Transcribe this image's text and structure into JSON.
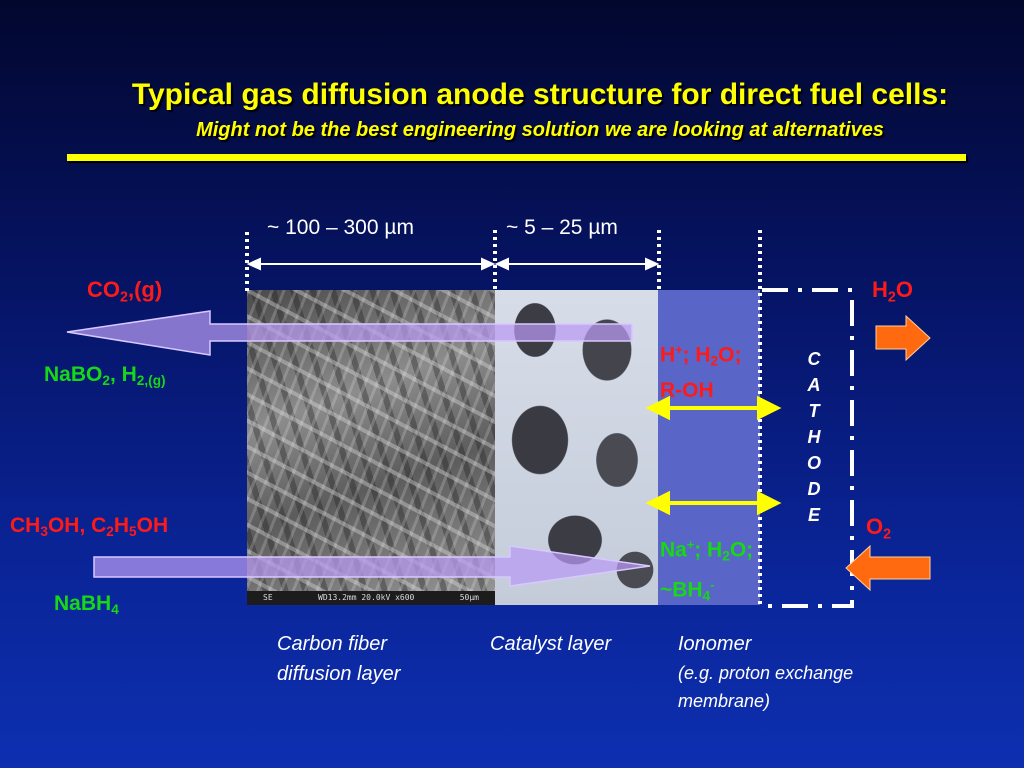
{
  "title": "Typical gas diffusion anode structure for direct fuel cells:",
  "subtitle": "Might not be the best engineering solution we are looking at alternatives",
  "dimensions": {
    "fiber_width": "~ 100 – 300 µm",
    "catalyst_width": "~ 5 – 25 µm"
  },
  "left_products": {
    "co2_main": "CO",
    "co2_sub": "2",
    "co2_tail": ",(g)",
    "nabo2_main": "NaBO",
    "nabo2_sub": "2",
    "nabo2_mid": ", H",
    "nabo2_sub2": "2,(g)"
  },
  "left_fuels": {
    "a": "CH",
    "a_sub": "3",
    "b": "OH, C",
    "b_sub": "2",
    "c": "H",
    "c_sub": "5",
    "d": "OH",
    "nabh4_main": "NaBH",
    "nabh4_sub": "4"
  },
  "ionomer_labels": {
    "proton_a": "H",
    "proton_sup": "+",
    "proton_b": "; H",
    "proton_sub": "2",
    "proton_c": "O;",
    "roh": "R-OH",
    "sodium_a": "Na",
    "sodium_sup": "+",
    "sodium_b": "; H",
    "sodium_sub": "2",
    "sodium_c": "O;",
    "bh4_a": "~BH",
    "bh4_sub": "4",
    "bh4_sup": "-"
  },
  "cathode_letters": [
    "C",
    "A",
    "T",
    "H",
    "O",
    "D",
    "E"
  ],
  "right_products": {
    "h2o_a": "H",
    "h2o_sub": "2",
    "h2o_b": "O",
    "o2_a": "O",
    "o2_sub": "2"
  },
  "sem_strip": {
    "left": "SE",
    "middle": "WD13.2mm 20.0kV x600",
    "right": "50µm"
  },
  "captions": {
    "fiber_line1": "Carbon fiber",
    "fiber_line2": "diffusion layer",
    "catalyst": "Catalyst layer",
    "ionomer": "Ionomer",
    "ionomer_note_line1": "(e.g. proton exchange",
    "ionomer_note_line2": "membrane)"
  },
  "colors": {
    "title": "#ffff00",
    "product_red": "#ff1a1a",
    "fuel_green": "#16d816",
    "ion_arrow": "#ffff00",
    "flow_arrow": "#a07cf0",
    "cathode_arrow": "#ff6a10",
    "ionomer_fill": "#5a65c8"
  }
}
